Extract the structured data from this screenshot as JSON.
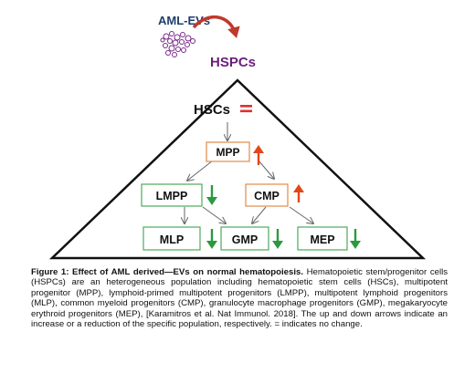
{
  "figure": {
    "source_label": "AML-EVs",
    "target_label": "HSPCs",
    "nodes": {
      "hsc": {
        "label": "HSCs",
        "change": "="
      },
      "mpp": {
        "label": "MPP",
        "change": "up"
      },
      "lmpp": {
        "label": "LMPP",
        "change": "down"
      },
      "cmp": {
        "label": "CMP",
        "change": "up"
      },
      "mlp": {
        "label": "MLP",
        "change": "down"
      },
      "gmp": {
        "label": "GMP",
        "change": "down"
      },
      "mep": {
        "label": "MEP",
        "change": "down"
      }
    },
    "colors": {
      "source_text": "#1f3f6e",
      "target_text": "#6a1f7a",
      "up_arrow": "#e2471a",
      "down_arrow": "#2a9a3e",
      "equal_sign": "#e03030",
      "box_orange": "#e28a45",
      "box_green": "#4cab5c",
      "curved_arrow": "#c0392b",
      "vesicle": "#7a2a8a"
    }
  },
  "caption": {
    "title": "Figure 1: Effect of AML derived—EVs on normal hematopoiesis.",
    "body": " Hematopoietic stem/progenitor cells (HSPCs) are an heterogeneous  population including hematopoietic stem cells (HSCs), multipotent progenitor (MPP), lymphoid-primed multipotent progenitors (LMPP), multipotent lymphoid progenitors (MLP), common myeloid progenitors (CMP), granulocyte macrophage progenitors (GMP), megakaryocyte erythroid progenitors (MEP), [Karamitros et al. Nat Immunol. 2018]. The up and down arrows indicate an increase or a reduction of the specific population, respectively. =  indicates no change."
  }
}
